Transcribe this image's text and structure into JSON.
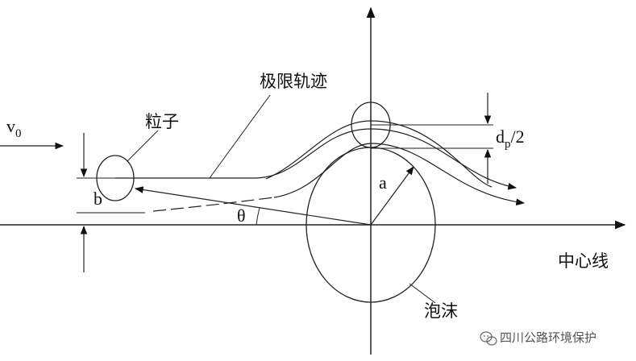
{
  "labels": {
    "velocity": "v",
    "velocity_sub": "0",
    "particle": "粒子",
    "limit_trajectory": "极限轨迹",
    "offset_b": "b",
    "angle": "θ",
    "radius": "a",
    "dp": "d",
    "dp_sub": "p",
    "dp_tail": "/2",
    "centerline": "中心线",
    "bubble": "泡沫"
  },
  "watermark": {
    "text": "四川公路环境保护",
    "icon": "wechat-icon"
  },
  "colors": {
    "stroke": "#222222",
    "text": "#111111"
  }
}
